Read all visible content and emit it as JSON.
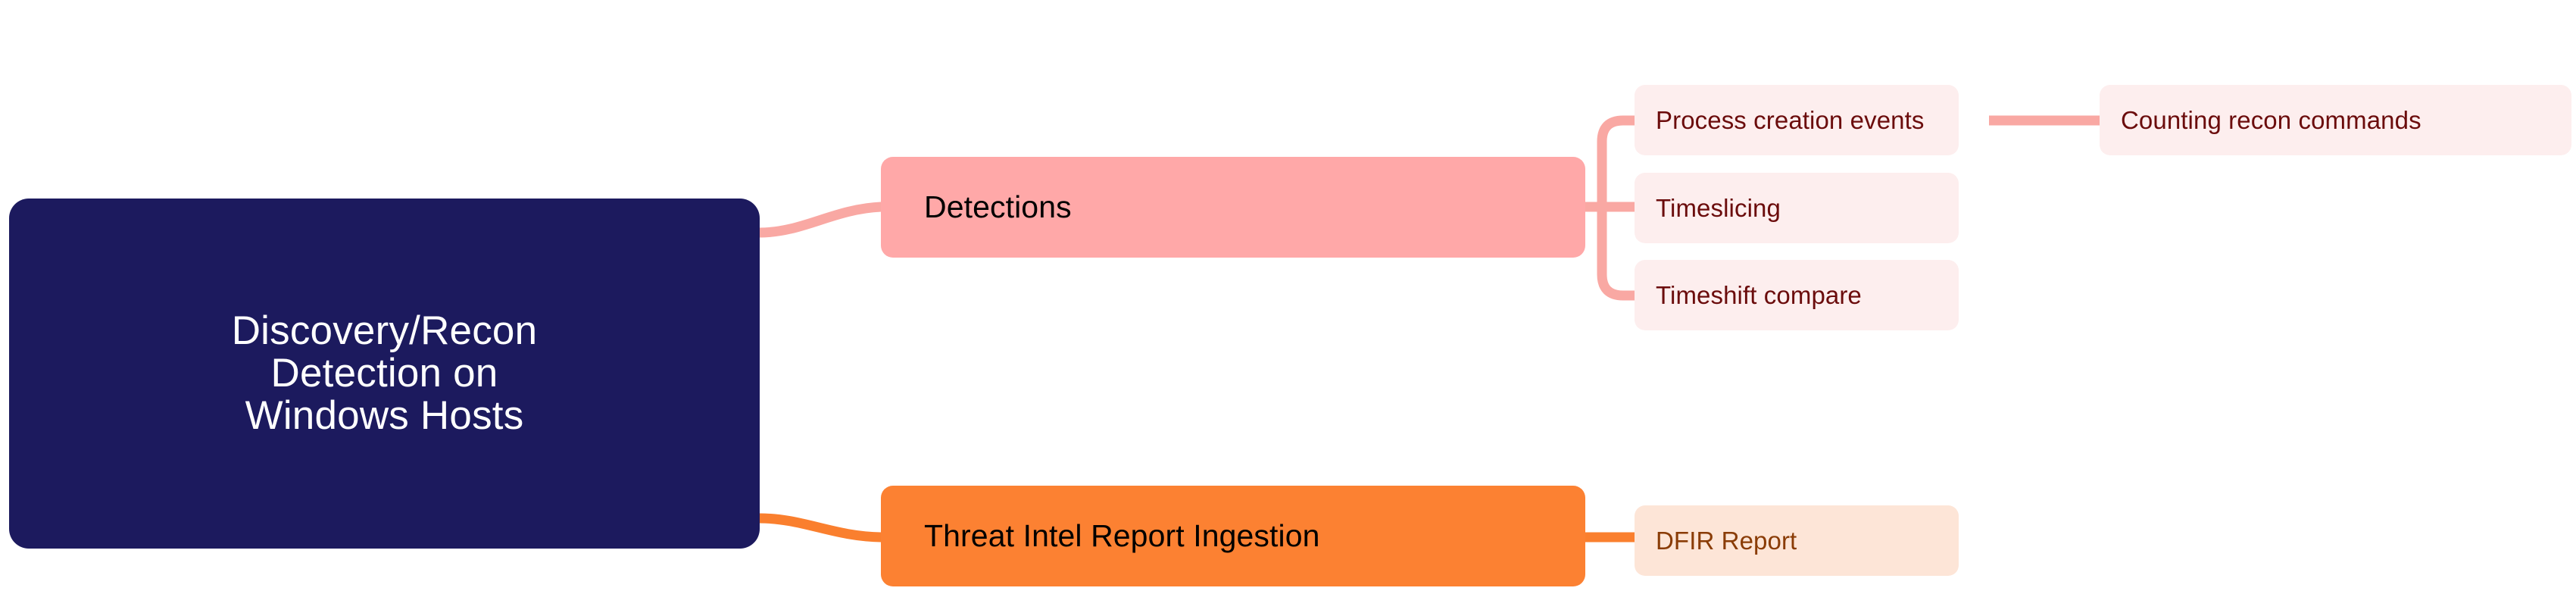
{
  "diagram": {
    "type": "mindmap",
    "orientation": "left-to-right",
    "background": "#ffffff",
    "colors": {
      "root_fill": "#1c1a5e",
      "root_text": "#ffffff",
      "branch_detections_fill": "#ffa8a8",
      "branch_threat_intel_fill": "#fc8132",
      "leaf_pink_fill": "#fdeeee",
      "leaf_pink_text": "#6b0c0c",
      "leaf_orange_fill": "#fde5d7",
      "leaf_orange_text": "#8a3c06",
      "edge_pink": "#f9a8a3",
      "edge_orange": "#fa7f2e"
    },
    "root": {
      "lines": [
        "Discovery/Recon",
        "Detection on",
        "Windows Hosts"
      ]
    },
    "branches": [
      {
        "label": "Detections",
        "accent": "#ffa8a8",
        "children": [
          {
            "label": "Process creation events",
            "children": [
              {
                "label": "Counting recon commands"
              }
            ]
          },
          {
            "label": "Timeslicing",
            "children": []
          },
          {
            "label": "Timeshift compare",
            "children": []
          }
        ]
      },
      {
        "label": "Threat Intel Report Ingestion",
        "accent": "#fc8132",
        "children": [
          {
            "label": "DFIR Report",
            "children": []
          }
        ]
      }
    ]
  }
}
